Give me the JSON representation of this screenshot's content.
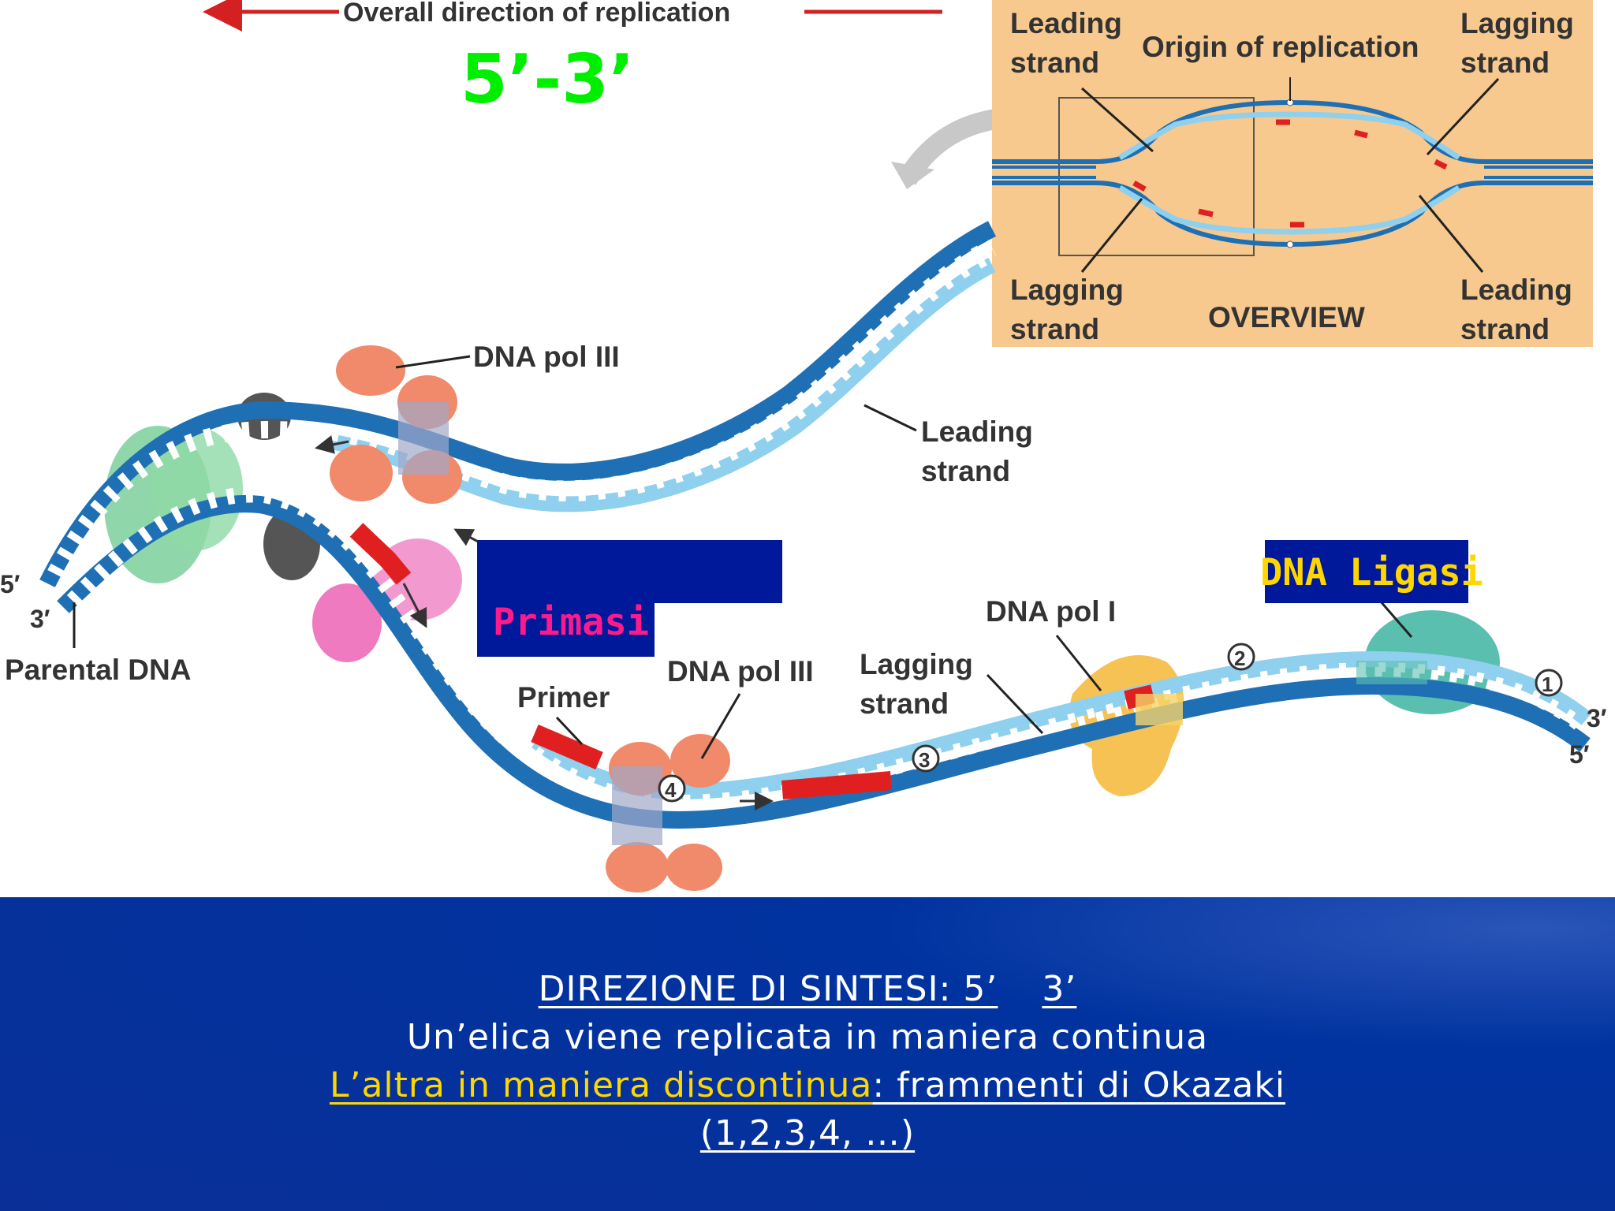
{
  "direction_banner": "Overall direction of replication",
  "direction_text": "5’-3’",
  "overview": {
    "leading_strand_tl": [
      "Leading",
      "strand"
    ],
    "origin": "Origin of replication",
    "lagging_strand_tr": [
      "Lagging",
      "strand"
    ],
    "lagging_strand_bl": [
      "Lagging",
      "strand"
    ],
    "title": "OVERVIEW",
    "leading_strand_br": [
      "Leading",
      "strand"
    ]
  },
  "labels": {
    "dna_pol_iii_top": "DNA pol III",
    "leading_strand": [
      "Leading",
      "strand"
    ],
    "primase": "Primasi",
    "dna_ligase": "DNA Ligasi",
    "dna_pol_i": "DNA pol I",
    "lagging_strand": [
      "Lagging",
      "strand"
    ],
    "dna_pol_iii_bottom": "DNA pol III",
    "primer": "Primer",
    "parental_dna": "Parental DNA",
    "end_5_left": "5′",
    "end_3_left": "3′",
    "end_3_right": "3′",
    "end_5_right": "5′",
    "fragments": [
      "1",
      "2",
      "3",
      "4"
    ]
  },
  "colors": {
    "dark_strand": "#1f6fb4",
    "light_strand": "#8fd0ee",
    "primer": "#e02020",
    "polymerase": "#f08a6a",
    "primase": "#f070b8",
    "helicase": "#7ccf9c",
    "ligase": "#5bbfb0",
    "pol_i": "#f6c254",
    "overview_bg": "#f8c98e",
    "direction_green": "#00ee00",
    "footer_bg": "#0033a0"
  },
  "footer": {
    "line1_a": "DIREZIONE DI SINTESI: 5’",
    "line1_b": "3’",
    "line2": "Un’elica viene replicata in maniera continua",
    "line3_a": "L’altra in maniera discontinua",
    "line3_b": ": frammenti di Okazaki",
    "line4": "(1,2,3,4, …)"
  }
}
